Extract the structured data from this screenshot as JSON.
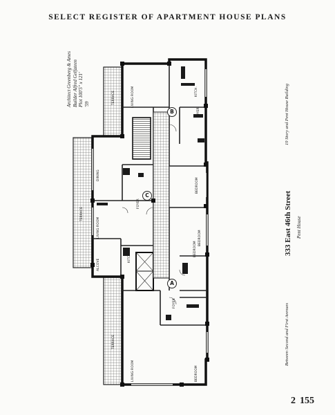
{
  "header": {
    "title": "SELECT REGISTER OF APARTMENT HOUSE PLANS"
  },
  "credits": {
    "architect": "Architect Greenberg & Ames",
    "builder": "Builder Alfred Gelfateen",
    "plot": "Plot 100'5\" x 121'",
    "year": "'59"
  },
  "building": {
    "address": "333 East 46th Street",
    "penthouse": "Pent House",
    "story": "19 Story and Pent House Building",
    "between": "Between Second and First Avenues"
  },
  "page": {
    "plate": "2",
    "number": "155"
  },
  "plan": {
    "markers": [
      "A",
      "B",
      "C"
    ],
    "rooms": {
      "living_b": "LIVING ROOM",
      "foyer_b": "FOYER",
      "kitchen_b": "KITCH.",
      "bedroom_b": "BEDROOM",
      "terrace_b": "TERRACE",
      "dining_c": "DINING",
      "terrace_c": "TERRACE",
      "living_c": "LIVING ROOM",
      "foyer_c": "FOYER",
      "alcove_c": "ALCOVE",
      "kitchen_c": "KITCH.",
      "bedroom_c": "BEDROOM",
      "bedroom_a2": "BEDROOM",
      "living_a": "LIVING ROOM",
      "bedroom_a": "BEDROOM",
      "terrace_a": "TERRACE",
      "foyer_a": "FOYER"
    }
  }
}
